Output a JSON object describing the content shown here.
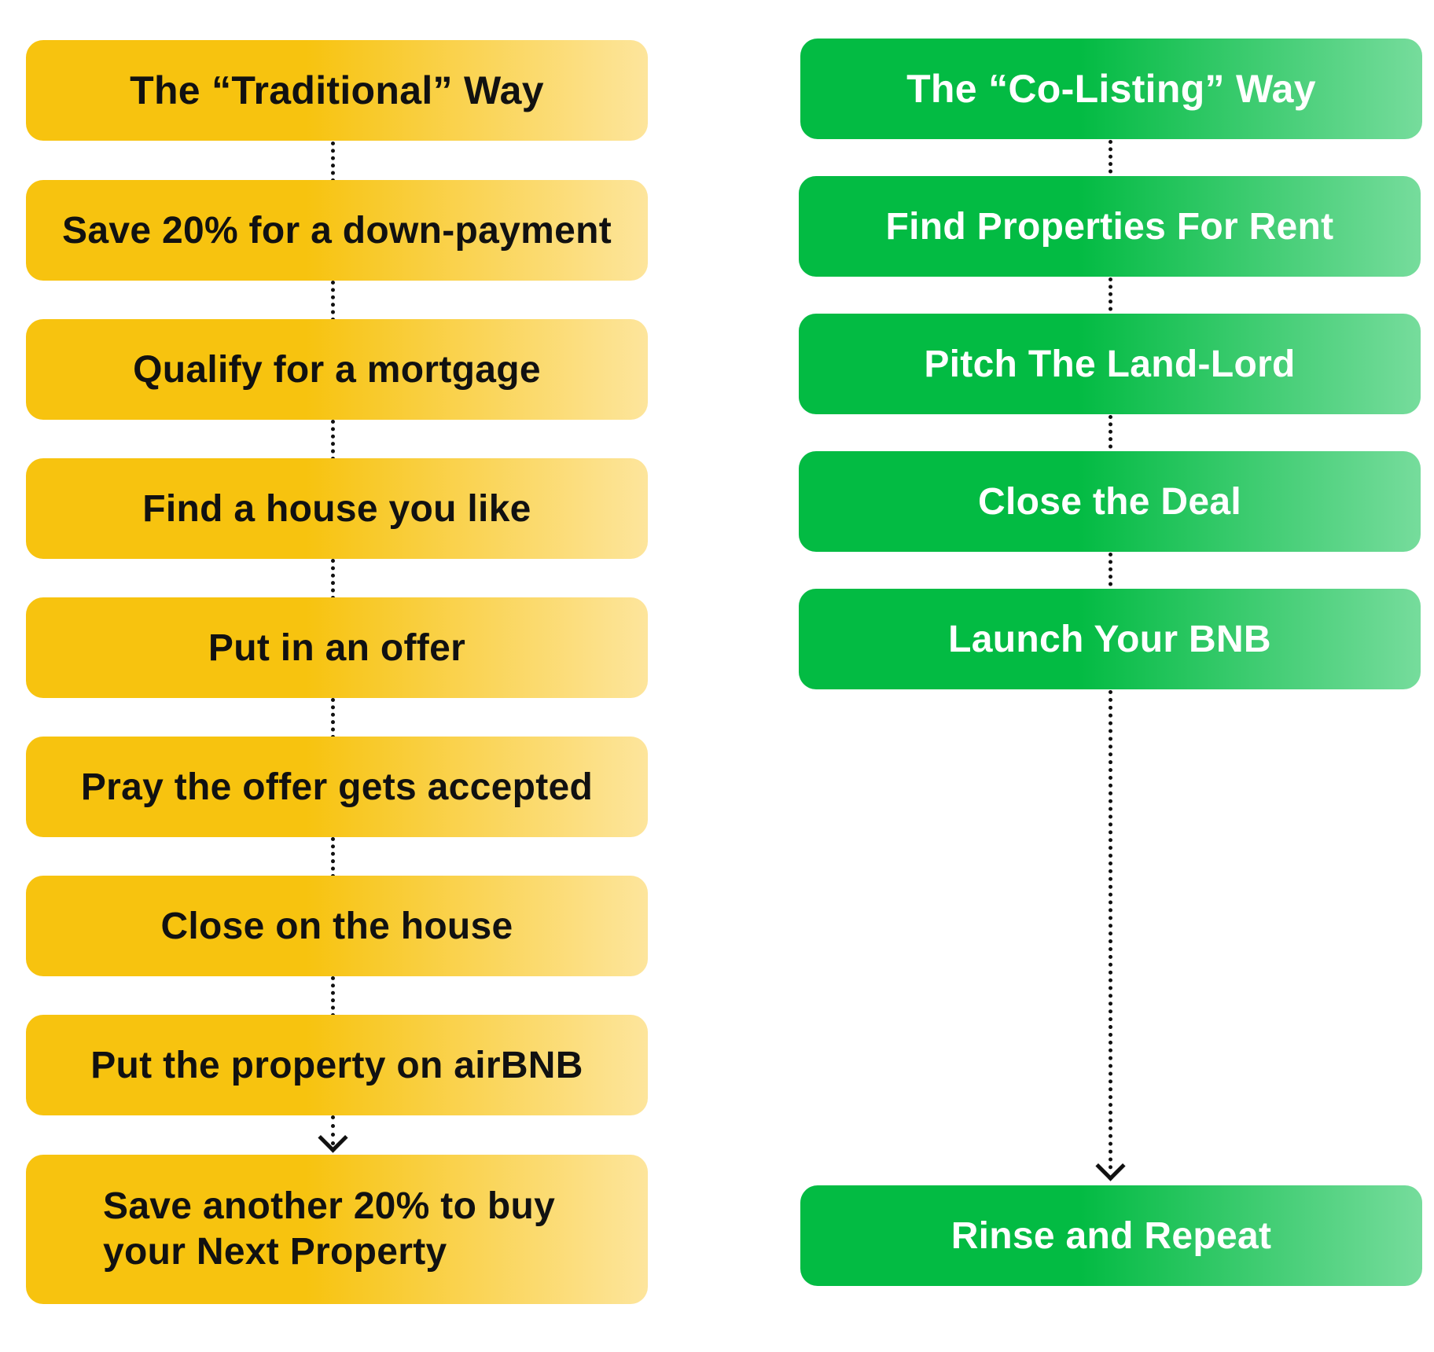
{
  "traditional": {
    "title": "The “Traditional” Way",
    "steps": [
      "Save 20% for a down-payment",
      "Qualify for a mortgage",
      "Find a house you like",
      "Put in an offer",
      "Pray the offer gets accepted",
      "Close on the house",
      "Put the property on airBNB"
    ],
    "final_line1": "Save another 20% to buy",
    "final_line2": "your Next Property",
    "colors": {
      "start": "#f7c30f",
      "end": "#fde59c",
      "text": "#111111"
    }
  },
  "colisting": {
    "title": "The “Co-Listing” Way",
    "steps": [
      "Find Properties For Rent",
      "Pitch The Land-Lord",
      "Close the Deal",
      "Launch Your BNB"
    ],
    "final": "Rinse and Repeat",
    "colors": {
      "start": "#03bb43",
      "end": "#76dc9c",
      "text": "#ffffff"
    }
  }
}
